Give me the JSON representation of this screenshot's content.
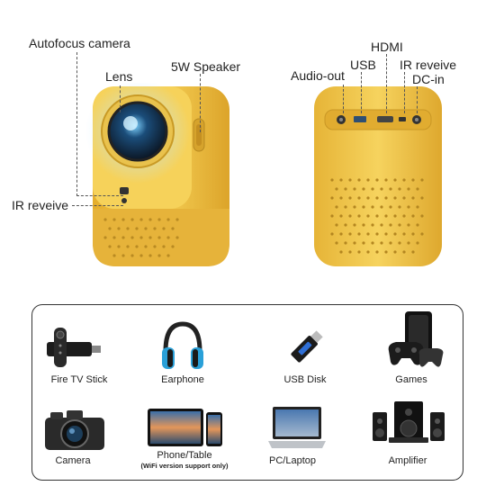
{
  "callouts": {
    "autofocus_camera": "Autofocus camera",
    "lens": "Lens",
    "speaker": "5W Speaker",
    "ir_front": "IR reveive",
    "audio_out": "Audio-out",
    "usb": "USB",
    "hdmi": "HDMI",
    "ir_back": "IR reveive",
    "dc_in": "DC-in"
  },
  "devices": [
    {
      "label": "Fire TV Stick",
      "icon": "fire-tv-stick-icon"
    },
    {
      "label": "Earphone",
      "icon": "headphones-icon"
    },
    {
      "label": "USB Disk",
      "icon": "usb-disk-icon"
    },
    {
      "label": "Games",
      "icon": "game-console-icon"
    },
    {
      "label": "Camera",
      "icon": "camera-icon"
    },
    {
      "label": "Phone/Table",
      "sublabel": "(WiFi version support only)",
      "icon": "phone-tablet-icon"
    },
    {
      "label": "PC/Laptop",
      "icon": "laptop-icon"
    },
    {
      "label": "Amplifier",
      "icon": "speaker-system-icon"
    }
  ],
  "colors": {
    "projector_body": "#f2c94c",
    "projector_shade": "#e0ad2e",
    "panel_border": "#333333"
  }
}
